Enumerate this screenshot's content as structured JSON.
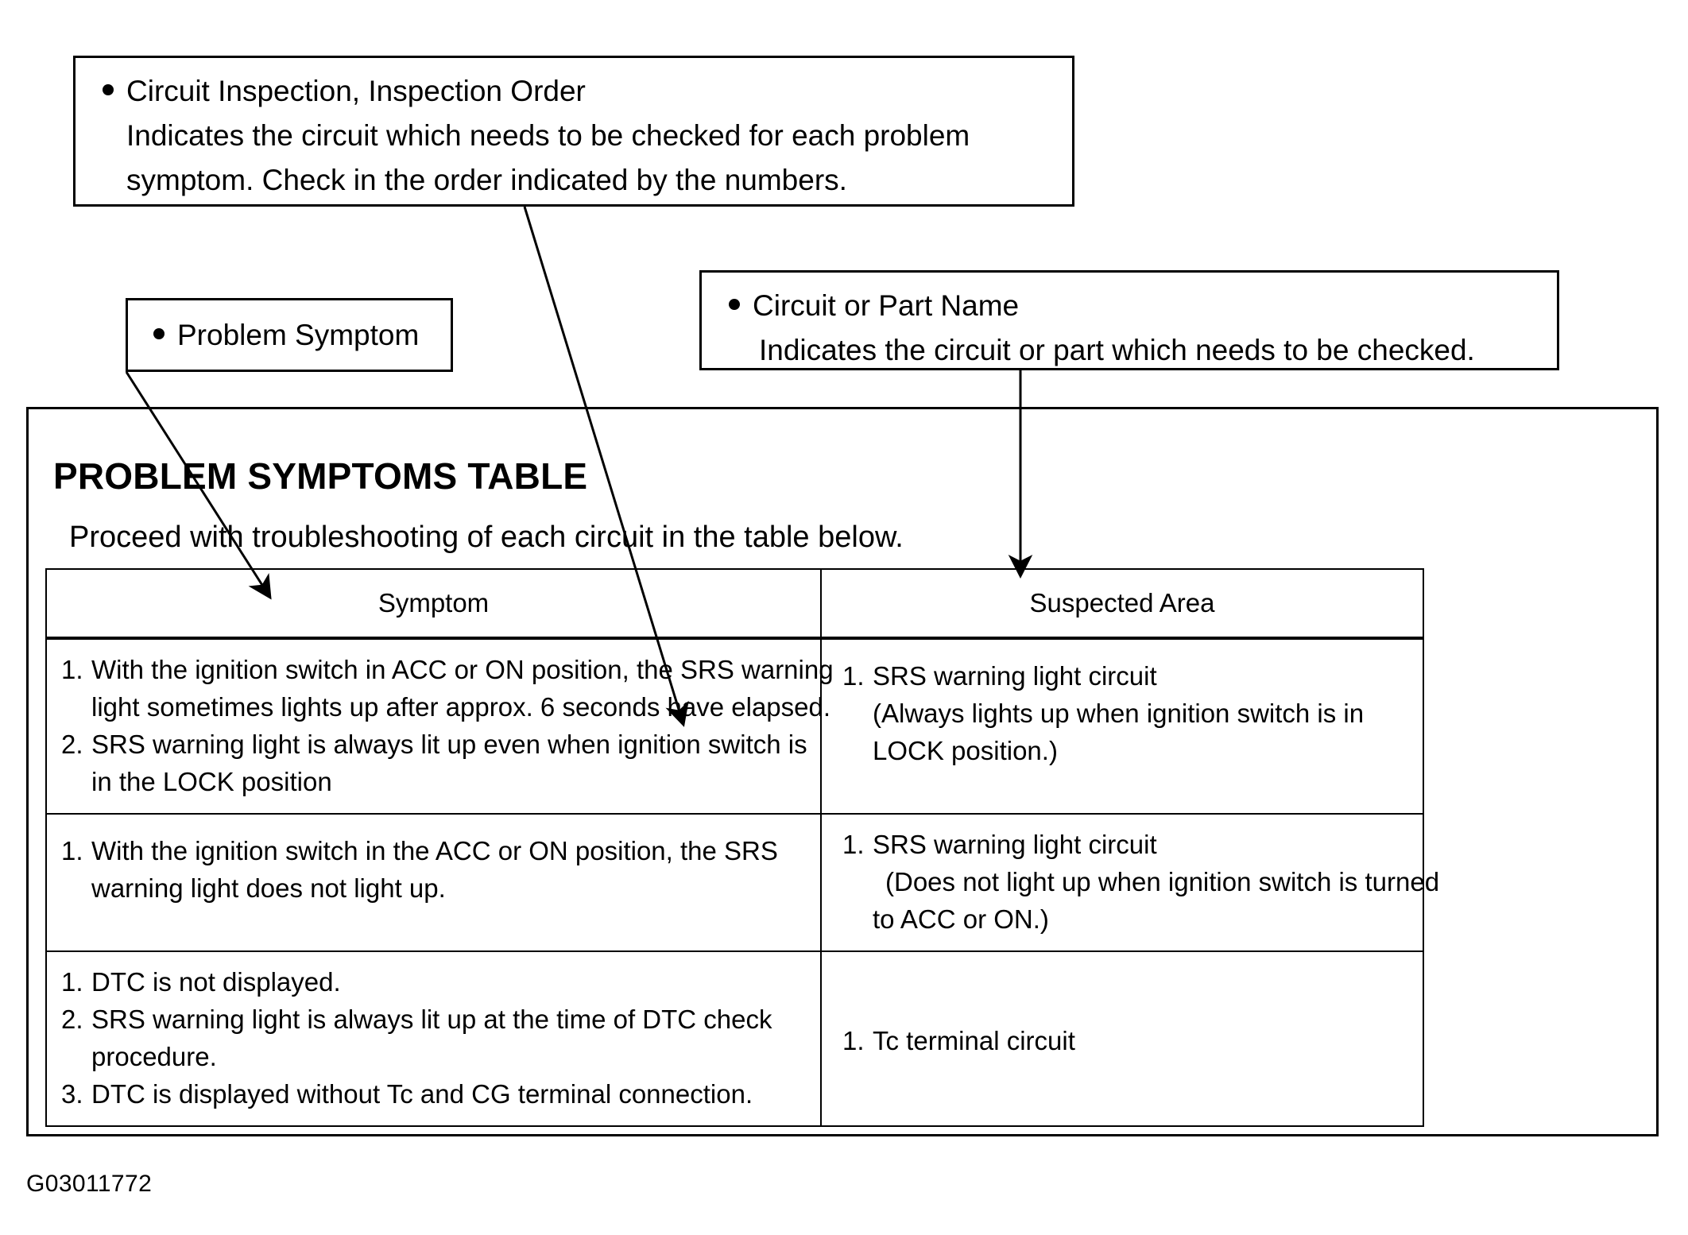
{
  "callouts": {
    "inspection_order": {
      "heading": "Circuit Inspection, Inspection Order",
      "line2": "Indicates the circuit which needs to be checked for each problem",
      "line3": "symptom. Check in the order indicated by the numbers."
    },
    "problem_symptom": {
      "heading": "Problem Symptom"
    },
    "part_name": {
      "heading": "Circuit or Part Name",
      "line2": "Indicates the circuit or part which needs to be checked."
    }
  },
  "section": {
    "title": "PROBLEM SYMPTOMS TABLE",
    "intro": "Proceed with troubleshooting of each circuit in the table below."
  },
  "table": {
    "headers": {
      "symptom": "Symptom",
      "suspected_area": "Suspected Area"
    },
    "rows": [
      {
        "symptom": {
          "item1_num": "1.",
          "item1_line1": "With the ignition switch in  ACC or ON position, the SRS warning",
          "item1_line2": "light sometimes lights up after approx. 6 seconds have elapsed.",
          "item2_num": "2.",
          "item2_line1": "SRS warning light is always lit up even when ignition switch is",
          "item2_line2": "in the LOCK position"
        },
        "suspected": {
          "item1_num": "1.",
          "item1_line1": "SRS warning light circuit",
          "item1_line2": "(Always lights up when ignition switch is in",
          "item1_line3": "LOCK position.)"
        }
      },
      {
        "symptom": {
          "item1_num": "1.",
          "item1_line1": "With the ignition switch in the ACC or ON position, the SRS",
          "item1_line2": "warning light does not light up."
        },
        "suspected": {
          "item1_num": "1.",
          "item1_line1": "SRS warning light circuit",
          "item1_line2": "(Does not light up when ignition switch is turned",
          "item1_line3": "to ACC or ON.)"
        }
      },
      {
        "symptom": {
          "item1_num": "1.",
          "item1_line1": "DTC is not displayed.",
          "item2_num": "2.",
          "item2_line1": "SRS warning light is always lit up at the time of DTC check",
          "item2_line2": "procedure.",
          "item3_num": "3.",
          "item3_line1": "DTC is displayed without Tc and CG terminal connection."
        },
        "suspected": {
          "item1_num": "1.",
          "item1_line1": "Tc terminal circuit"
        }
      }
    ]
  },
  "figure_code": "G03011772",
  "colors": {
    "line": "#000000",
    "background": "#ffffff"
  }
}
